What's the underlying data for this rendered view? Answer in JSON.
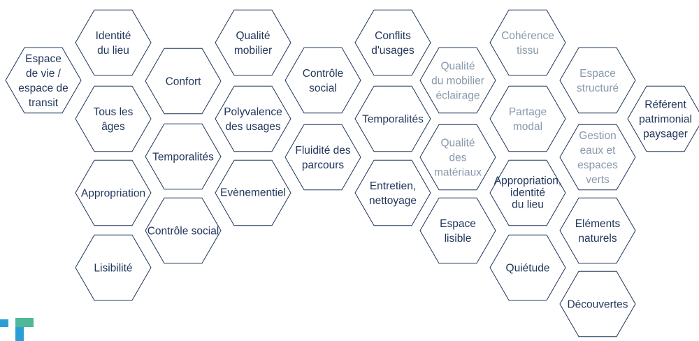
{
  "colors": {
    "dark": "#1f3559",
    "light": "#8899ab",
    "logo_blue": "#2a9fd6",
    "logo_green": "#4fb79a"
  },
  "hexagons": [
    {
      "id": "espace-de-vie",
      "lines": [
        "Espace",
        "de vie /",
        "espace de",
        "transit"
      ],
      "tone": "dark"
    },
    {
      "id": "identite-du-lieu",
      "lines": [
        "Identité",
        "du lieu"
      ],
      "tone": "dark"
    },
    {
      "id": "tous-les-ages",
      "lines": [
        "Tous les",
        "âges"
      ],
      "tone": "dark"
    },
    {
      "id": "appropriation",
      "lines": [
        "Appropriation"
      ],
      "tone": "dark"
    },
    {
      "id": "lisibilite",
      "lines": [
        "Lisibilité"
      ],
      "tone": "dark"
    },
    {
      "id": "confort",
      "lines": [
        "Confort"
      ],
      "tone": "dark"
    },
    {
      "id": "temporalites-1",
      "lines": [
        "Temporalités"
      ],
      "tone": "dark"
    },
    {
      "id": "controle-social-1",
      "lines": [
        "Contrôle social"
      ],
      "tone": "dark"
    },
    {
      "id": "qualite-mobilier",
      "lines": [
        "Qualité",
        "mobilier"
      ],
      "tone": "dark"
    },
    {
      "id": "polyvalence",
      "lines": [
        "Polyvalence",
        "des usages"
      ],
      "tone": "dark"
    },
    {
      "id": "evenementiel",
      "lines": [
        "Evènementiel"
      ],
      "tone": "dark",
      "small": true
    },
    {
      "id": "controle-social-2",
      "lines": [
        "Contrôle",
        "social"
      ],
      "tone": "dark"
    },
    {
      "id": "fluidite",
      "lines": [
        "Fluidité des",
        "parcours"
      ],
      "tone": "dark"
    },
    {
      "id": "conflits-usages",
      "lines": [
        "Conflits",
        "d'usages"
      ],
      "tone": "dark"
    },
    {
      "id": "temporalites-2",
      "lines": [
        "Temporalités"
      ],
      "tone": "dark"
    },
    {
      "id": "entretien",
      "lines": [
        "Entretien,",
        "nettoyage"
      ],
      "tone": "dark"
    },
    {
      "id": "qualite-mobilier-eclairage",
      "lines": [
        "Qualité",
        "du mobilier",
        "éclairage"
      ],
      "tone": "light"
    },
    {
      "id": "qualite-materiaux",
      "lines": [
        "Qualité",
        "des",
        "matériaux"
      ],
      "tone": "light"
    },
    {
      "id": "espace-lisible",
      "lines": [
        "Espace",
        "lisible"
      ],
      "tone": "dark"
    },
    {
      "id": "coherence-tissu",
      "lines": [
        "Cohérence",
        "tissu"
      ],
      "tone": "light"
    },
    {
      "id": "partage-modal",
      "lines": [
        "Partage",
        "modal"
      ],
      "tone": "light"
    },
    {
      "id": "appropriation-identite",
      "lines": [
        "Appropriation,",
        "identité",
        "du lieu"
      ],
      "tone": "dark",
      "small": true
    },
    {
      "id": "quietude",
      "lines": [
        "Quiétude"
      ],
      "tone": "dark"
    },
    {
      "id": "espace-structure",
      "lines": [
        "Espace",
        "structuré"
      ],
      "tone": "light"
    },
    {
      "id": "gestion-eaux",
      "lines": [
        "Gestion",
        "eaux et",
        "espaces",
        "verts"
      ],
      "tone": "light"
    },
    {
      "id": "elements-naturels",
      "lines": [
        "Eléments",
        "naturels"
      ],
      "tone": "dark"
    },
    {
      "id": "decouvertes",
      "lines": [
        "Découvertes"
      ],
      "tone": "dark"
    },
    {
      "id": "referent-patrimonial",
      "lines": [
        "Référent",
        "patrimonial",
        "paysager"
      ],
      "tone": "dark"
    }
  ]
}
